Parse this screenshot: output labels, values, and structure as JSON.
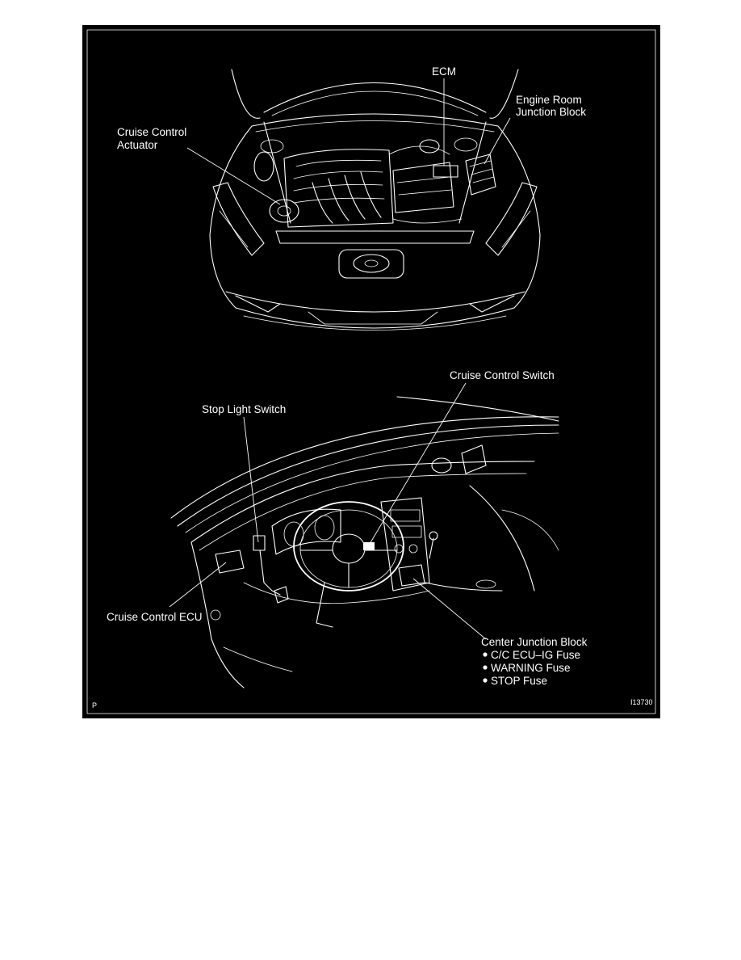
{
  "figure": {
    "upper": {
      "labels": {
        "ecm": "ECM",
        "engine_room_jb_line1": "Engine Room",
        "engine_room_jb_line2": "Junction Block",
        "cruise_actuator_line1": "Cruise Control",
        "cruise_actuator_line2": "Actuator"
      }
    },
    "lower": {
      "labels": {
        "cruise_switch": "Cruise Control Switch",
        "stop_light_switch": "Stop Light Switch",
        "cruise_ecu": "Cruise Control ECU",
        "center_jb_title": "Center Junction Block",
        "center_jb_items": [
          "C/C ECU–IG Fuse",
          "WARNING Fuse",
          "STOP Fuse"
        ]
      }
    },
    "corner_left": "P",
    "corner_right": "I13730"
  }
}
